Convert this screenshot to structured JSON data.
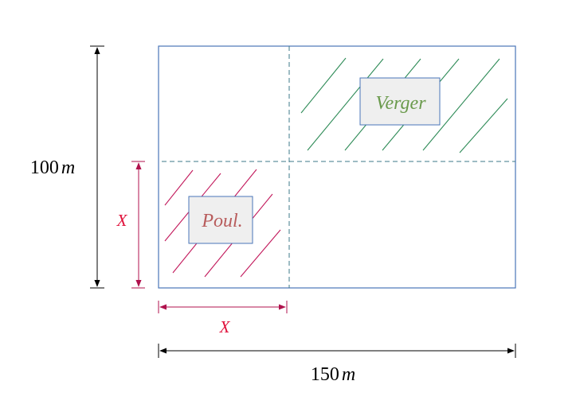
{
  "diagram": {
    "height_dimension": {
      "value": "100",
      "unit": "m"
    },
    "width_dimension": {
      "value": "150",
      "unit": "m"
    },
    "variable_vertical": "X",
    "variable_horizontal": "X",
    "zones": {
      "orchard": {
        "label": "Verger"
      },
      "poultry": {
        "label": "Poul."
      }
    },
    "colors": {
      "field_border": "#4a76b8",
      "divider": "#3d7a8a",
      "orchard_hatch": "#2e8b57",
      "orchard_text": "#6a9a4c",
      "poultry_hatch": "#c2185b",
      "poultry_text": "#b85c5c",
      "variable": "#e0103a",
      "variable_arrow": "#b0124d",
      "dimension": "#000000",
      "label_box_fill": "#efefef"
    }
  }
}
